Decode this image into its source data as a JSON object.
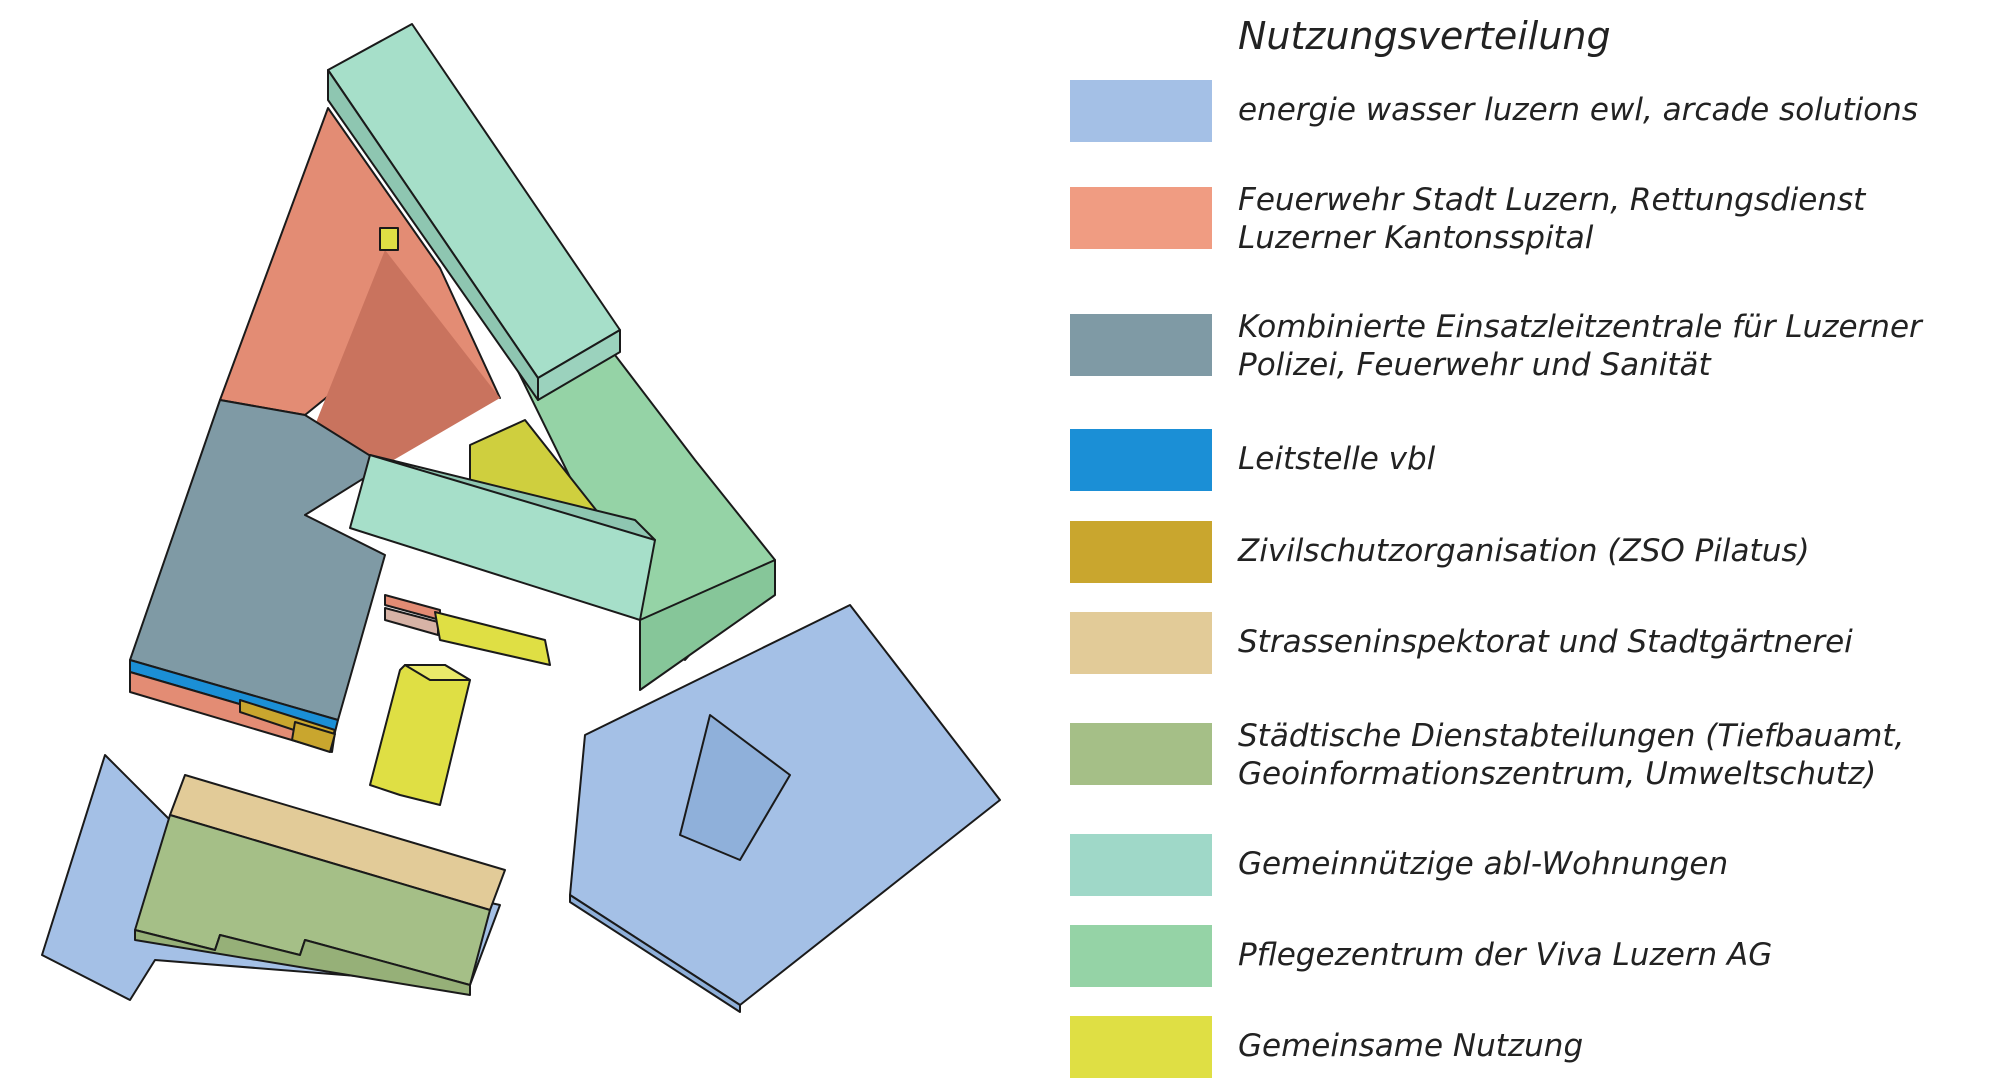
{
  "legend": {
    "title": "Nutzungsverteilung",
    "items": [
      {
        "label": "energie wasser luzern ewl, arcade solutions",
        "color": "#a4c0e6"
      },
      {
        "label": "Feuerwehr Stadt Luzern, Rettungsdienst\nLuzerner Kantonsspital",
        "color": "#f09c82"
      },
      {
        "label": "Kombinierte Einsatzleitzentrale für Luzerner\nPolizei, Feuerwehr und Sanität",
        "color": "#7f9aa5"
      },
      {
        "label": "Leitstelle vbl",
        "color": "#1b8fd6"
      },
      {
        "label": "Zivilschutzorganisation (ZSO Pilatus)",
        "color": "#c9a62e"
      },
      {
        "label": "Strasseninspektorat und Stadtgärtnerei",
        "color": "#e2cb98"
      },
      {
        "label": "Städtische Dienstabteilungen (Tiefbauamt,\nGeoinformationszentrum, Umweltschutz)",
        "color": "#a5bf87"
      },
      {
        "label": "Gemeinnützige abl-Wohnungen",
        "color": "#9fd8c8"
      },
      {
        "label": "Pflegezentrum der Viva Luzern AG",
        "color": "#95d3a6"
      },
      {
        "label": "Gemeinsame Nutzung",
        "color": "#dfdf44"
      }
    ]
  }
}
